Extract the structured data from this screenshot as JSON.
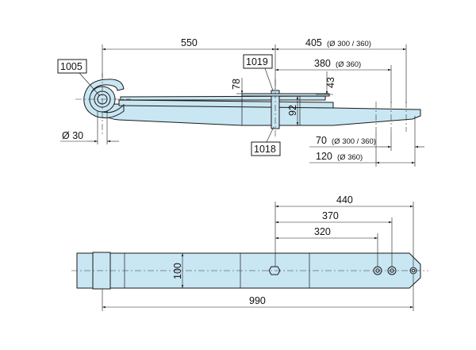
{
  "side_view": {
    "dim_550": "550",
    "dim_405_value": "405",
    "dim_405_note": "(Ø 300 / 360)",
    "dim_380_value": "380",
    "dim_380_note": "(Ø 360)",
    "dim_43": "43",
    "dim_78": "78",
    "dim_92": "92",
    "dim_dia30": "Ø 30",
    "dim_70_value": "70",
    "dim_70_note": "(Ø 300 / 360)",
    "dim_120_value": "120",
    "dim_120_note": "(Ø 360)",
    "part_1005": "1005",
    "part_1019": "1019",
    "part_1018": "1018"
  },
  "top_view": {
    "dim_440": "440",
    "dim_370": "370",
    "dim_320": "320",
    "dim_100": "100",
    "dim_990": "990"
  }
}
